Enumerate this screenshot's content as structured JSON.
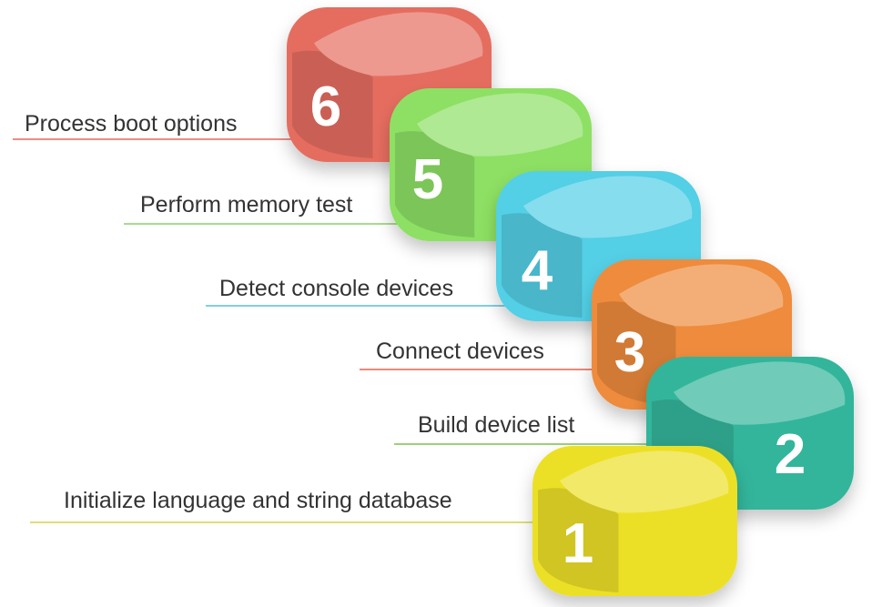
{
  "steps": [
    {
      "number": "1",
      "label": "Initialize language and string database",
      "color": "#ece028"
    },
    {
      "number": "2",
      "label": "Build device list",
      "color": "#33b59b"
    },
    {
      "number": "3",
      "label": "Connect devices",
      "color": "#ee8b3c"
    },
    {
      "number": "4",
      "label": "Detect console devices",
      "color": "#52cfe6"
    },
    {
      "number": "5",
      "label": "Perform memory test",
      "color": "#8de064"
    },
    {
      "number": "6",
      "label": "Process boot options",
      "color": "#e56d5f"
    }
  ],
  "line_colors": [
    "#dede78",
    "#9ed07a",
    "#ee8878",
    "#7fd0e4",
    "#a8dc8c",
    "#ee8c84"
  ]
}
